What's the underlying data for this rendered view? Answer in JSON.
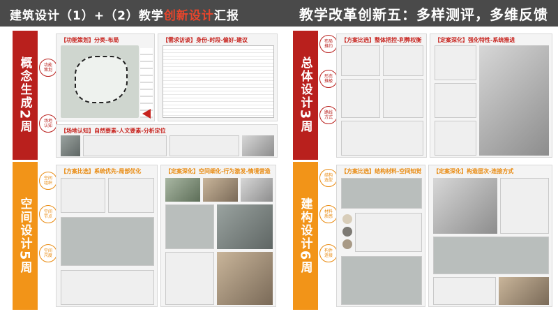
{
  "header": {
    "left_prefix": "建筑设计（1）+（2）教学",
    "left_highlight": "创新设计",
    "left_suffix": "汇报",
    "right_title": "教学改革创新五：多样测评，多维反馈"
  },
  "sections": {
    "concept": {
      "tab_main": "概念生成",
      "tab_num": "2",
      "tab_unit": "周",
      "sub_labels": [
        "功能\n策划",
        "场地\n认知"
      ],
      "panels": {
        "function_plan": "【功能策划】分类-布局",
        "needs_survey": "【需求访谈】身份-时段-偏好-建议",
        "site_cognition": "【场地认知】自然要素-人文要素-分析定位"
      }
    },
    "overall": {
      "tab_main": "总体设计",
      "tab_num": "3",
      "tab_unit": "周",
      "sub_labels": [
        "布局\n推约",
        "形态\n推敲",
        "路线\n方式"
      ],
      "panels": {
        "plan_compare": "【方案比选】整体把控-利弊权衡",
        "plan_deepen": "【定案深化】强化特性-系统推进"
      }
    },
    "space": {
      "tab_main": "空间设计",
      "tab_num": "5",
      "tab_unit": "周",
      "sub_labels": [
        "空间\n组织",
        "空间\n节点",
        "空间\n尺度"
      ],
      "panels": {
        "system_opt": "【方案比选】系统优先-局部优化",
        "space_refine": "【定案深化】空间细化-行为激发-情境营造"
      }
    },
    "construct": {
      "tab_main": "建构设计",
      "tab_num": "6",
      "tab_unit": "周",
      "sub_labels": [
        "结构\n选型",
        "材料\n质感",
        "构件\n连接"
      ],
      "panels": {
        "structure_material": "【方案比选】结构材料-空间知觉",
        "construct_levels": "【定案深化】构造层次-连接方式"
      }
    }
  },
  "colors": {
    "red": "#b9201d",
    "orange": "#f29418",
    "header_bg": "#4a4a4a",
    "highlight": "#e8452c"
  }
}
